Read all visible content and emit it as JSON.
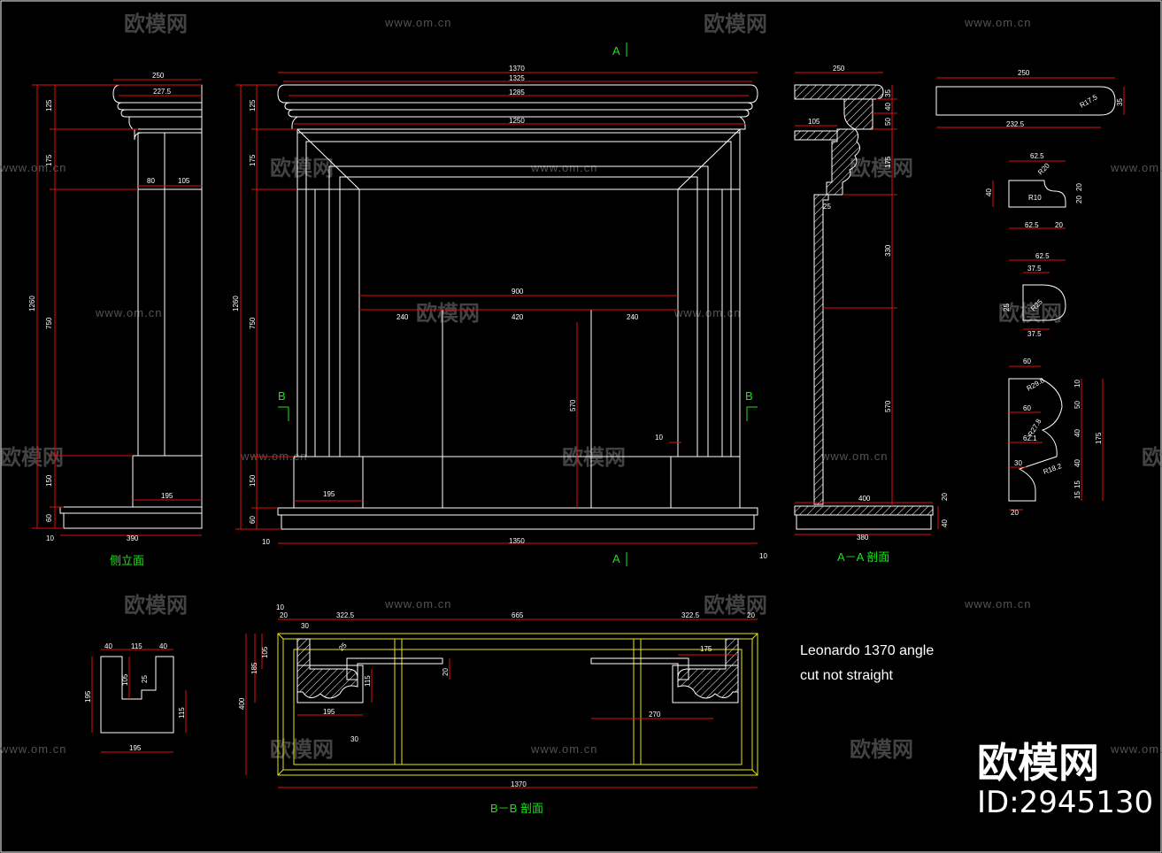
{
  "views": {
    "side_elevation": "侧立面",
    "section_aa": "A－A 剖面",
    "section_bb": "B－B 剖面"
  },
  "section_markers": {
    "a": "A",
    "b": "B"
  },
  "note": {
    "line1": "Leonardo 1370  angle",
    "line2": "cut not straight"
  },
  "watermark": {
    "brand": "欧模网",
    "url": "www.om.cn"
  },
  "brand": {
    "name": "欧模网",
    "id": "ID:2945130"
  },
  "side_dims": {
    "top_w": "250",
    "shelf_w": "227.5",
    "leg_in": "80",
    "leg_w": "105",
    "plinth_w": "195",
    "base_w": "390",
    "base_gap": "10",
    "h_125": "125",
    "h_175": "175",
    "h_total": "1260",
    "h_750": "750",
    "h_150": "150",
    "h_60": "60"
  },
  "front_dims": {
    "w1370": "1370",
    "w1325": "1325",
    "w1285": "1285",
    "w1250": "1250",
    "w900": "900",
    "w240a": "240",
    "w420": "420",
    "w240b": "240",
    "w195": "195",
    "w1350": "1350",
    "g10a": "10",
    "g10b": "10",
    "g10c": "10",
    "h125": "125",
    "h175": "175",
    "h1260": "1260",
    "h750": "750",
    "h150": "150",
    "h60": "60",
    "h570": "570"
  },
  "aa_dims": {
    "w250": "250",
    "w105": "105",
    "h35": "35",
    "h40": "40",
    "h50": "50",
    "h175": "175",
    "h330": "330",
    "h570": "570",
    "w25": "25",
    "w400": "400",
    "w380": "380",
    "h20": "20",
    "h40b": "40"
  },
  "profile_dims": {
    "p1_w": "250",
    "p1_r": "R17.5",
    "p1_h": "35",
    "p1_b": "232.5",
    "p2_t": "62.5",
    "p2_r1": "R20",
    "p2_r2": "R10",
    "p2_h": "40",
    "p2_b": "62.5",
    "p2_b2": "20",
    "p2_s1": "20",
    "p2_s2": "20",
    "p3_t": "62.5",
    "p3_t2": "37.5",
    "p3_r": "R25",
    "p3_h": "25",
    "p3_b": "37.5",
    "p4_t": "60",
    "p4_r1": "R29.8",
    "p4_m": "60",
    "p4_r2": "R27.8",
    "p4_m2": "62.1",
    "p4_m3": "30",
    "p4_r3": "R18.2",
    "p4_b": "20",
    "p4_h": "175",
    "p4_s": [
      "10",
      "50",
      "40",
      "40",
      "15",
      "15"
    ]
  },
  "u_dims": {
    "t40a": "40",
    "t115": "115",
    "t40b": "40",
    "h105": "105",
    "h25": "25",
    "h195": "195",
    "h115": "115",
    "b195": "195"
  },
  "bb_dims": {
    "g10": "10",
    "g20": "20",
    "w322a": "322.5",
    "w665": "665",
    "w322b": "322.5",
    "g20b": "20",
    "w30": "30",
    "h105": "105",
    "h185": "185",
    "h400": "400",
    "w25": "25",
    "h115": "115",
    "h20": "20",
    "w195": "195",
    "w175": "175",
    "w270": "270",
    "w30b": "30",
    "w1370": "1370"
  }
}
